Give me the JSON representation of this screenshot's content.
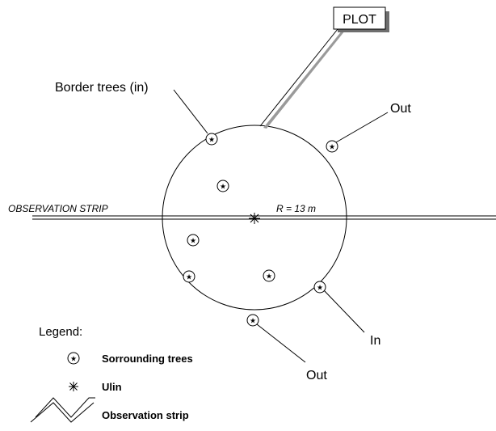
{
  "diagram": {
    "plot_label": "PLOT",
    "strip_label": "OBSERVATION STRIP",
    "radius_label": "R = 13 m",
    "annotations": {
      "border_trees": "Border trees (in)",
      "out_top": "Out",
      "in_right": "In",
      "out_bottom": "Out"
    }
  },
  "legend": {
    "title": "Legend:",
    "items": [
      {
        "icon": "circled-star-icon",
        "label": "Sorrounding trees"
      },
      {
        "icon": "asterisk-icon",
        "label": "Ulin"
      },
      {
        "icon": "zigzag-double-line-icon",
        "label": "Observation strip"
      }
    ]
  }
}
